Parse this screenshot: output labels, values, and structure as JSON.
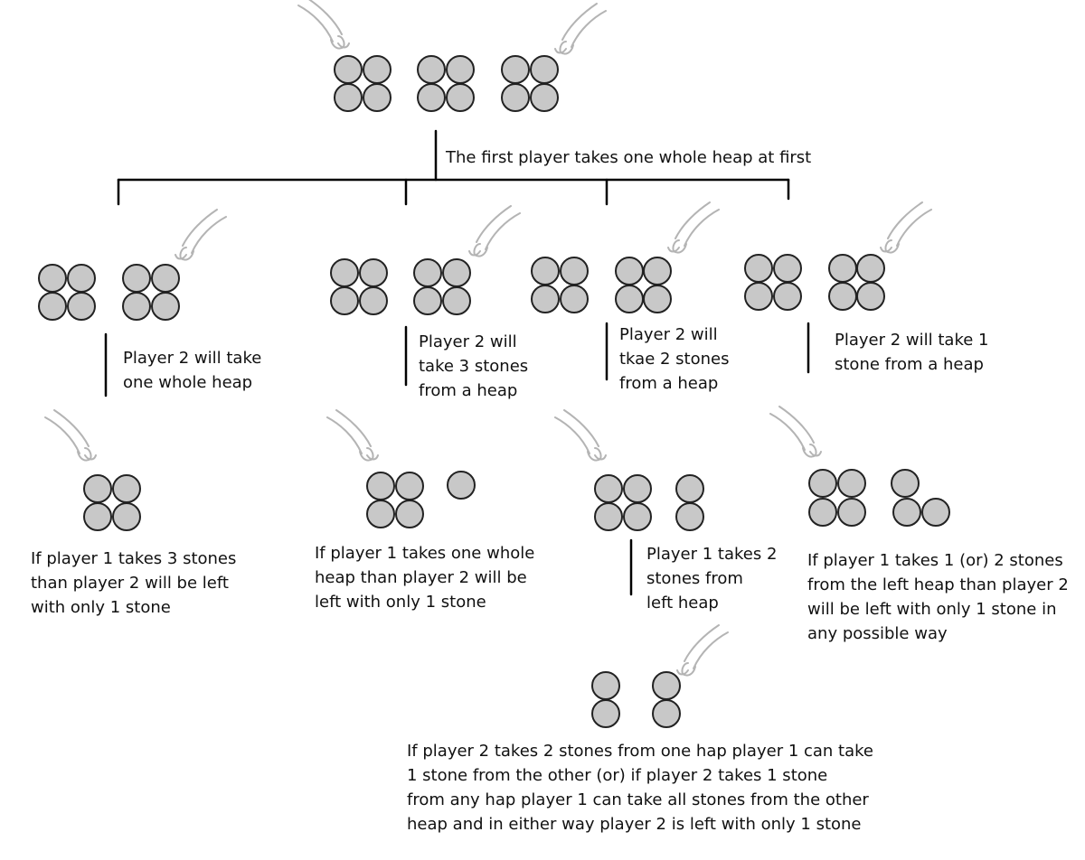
{
  "diagram": {
    "root_caption": "The first player takes one whole heap at first",
    "level1_captions": [
      [
        "Player 2 will take",
        "one whole heap"
      ],
      [
        "Player 2 will",
        "take 3 stones",
        "from a heap"
      ],
      [
        "Player 2 will",
        "tkae 2 stones",
        "from a heap"
      ],
      [
        "Player 2 will take 1",
        "stone from a heap"
      ]
    ],
    "level2_captions": [
      [
        "If player 1 takes 3 stones",
        "than player 2 will be left",
        "with only 1 stone"
      ],
      [
        "If player 1 takes one whole",
        "heap than player 2 will be",
        "left with only 1 stone"
      ],
      [
        "Player 1 takes 2",
        "stones from",
        "left heap"
      ],
      [
        "If player 1 takes 1 (or) 2 stones",
        "from the left heap than player 2",
        "will be left with only 1 stone in",
        "any possible way"
      ]
    ],
    "level3_caption": [
      "If player 2 takes 2 stones from one hap player 1 can take",
      "1 stone from the other (or) if player 2 takes 1 stone",
      "from any hap player 1 can take all stones from the other",
      "heap and in either way player 2 is left with only 1 stone"
    ],
    "stone_fill": "#c8c8c8",
    "stone_stroke": "#222222",
    "hand_stroke": "#b4b4b4"
  }
}
